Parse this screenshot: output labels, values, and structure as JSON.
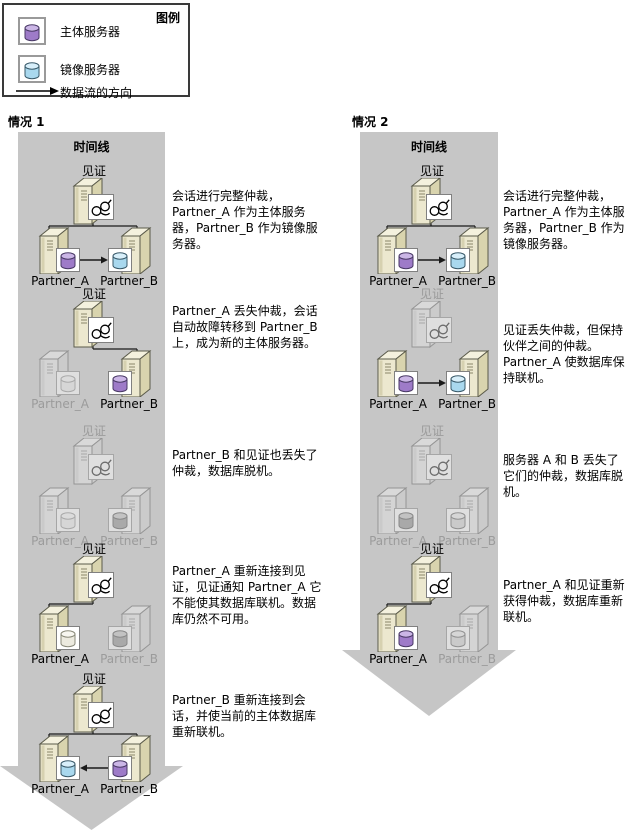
{
  "legend": {
    "title": "图例",
    "items": [
      {
        "icon": "principal-db-icon",
        "label": "主体服务器",
        "color": "#9e7bc8"
      },
      {
        "icon": "mirror-db-icon",
        "label": "镜像服务器",
        "color": "#a9d8ee"
      },
      {
        "icon": "flow-arrow-icon",
        "label": "数据流的方向"
      }
    ]
  },
  "labels": {
    "timeline": "时间线",
    "witness": "见证",
    "partner_a": "Partner_A",
    "partner_b": "Partner_B"
  },
  "scenarios": [
    {
      "title": "情况 1",
      "steps": [
        {
          "text": "会话进行完整仲裁，Partner_A 作为主体服务器，Partner_B 作为镜像服务器。"
        },
        {
          "text": "Partner_A 丢失仲裁，会话自动故障转移到 Partner_B 上，成为新的主体服务器。"
        },
        {
          "text": "Partner_B 和见证也丢失了仲裁，数据库脱机。"
        },
        {
          "text": "Partner_A 重新连接到见证，见证通知 Partner_A 它不能使其数据库联机。数据库仍然不可用。"
        },
        {
          "text": "Partner_B 重新连接到会话，并使当前的主体数据库重新联机。"
        }
      ]
    },
    {
      "title": "情况 2",
      "steps": [
        {
          "text": "会话进行完整仲裁，Partner_A 作为主体服务器，Partner_B 作为镜像服务器。"
        },
        {
          "text": "见证丢失仲裁，但保持伙伴之间的仲裁。Partner_A 使数据库保持联机。"
        },
        {
          "text": "服务器 A 和 B 丢失了它们的仲裁，数据库脱机。"
        },
        {
          "text": "Partner_A 和见证重新获得仲裁，数据库重新联机。"
        }
      ]
    }
  ],
  "colors": {
    "band": "#c6c6c6",
    "principal_db": "#9e7bc8",
    "mirror_db": "#a9d8ee",
    "server_body": "#ece8cf"
  }
}
